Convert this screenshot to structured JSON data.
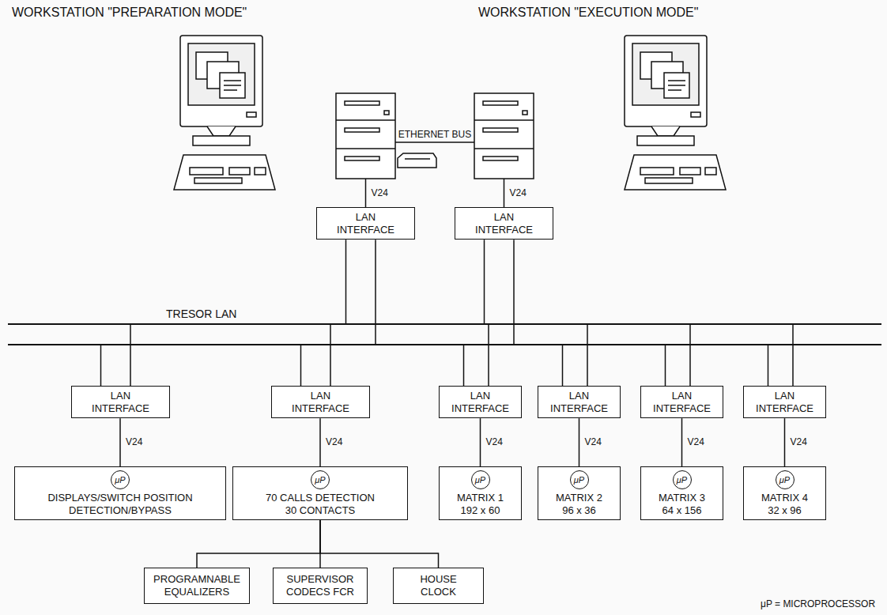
{
  "diagram": {
    "nodes": [
      {
        "text": [
          "WORKSTATION \"PREPARATION MODE\""
        ]
      },
      {
        "text": [
          "WORKSTATION \"EXECUTION MODE\""
        ]
      },
      {
        "text": [
          "LAN INTERFACE"
        ]
      },
      {
        "text": [
          "LAN INTERFACE"
        ]
      },
      {
        "text": [
          "TRESOR LAN"
        ]
      },
      {
        "text": [
          "LAN INTERFACE"
        ]
      },
      {
        "text": [
          "LAN INTERFACE"
        ]
      },
      {
        "text": [
          "LAN INTERFACE"
        ]
      },
      {
        "text": [
          "LAN INTERFACE"
        ]
      },
      {
        "text": [
          "LAN INTERFACE"
        ]
      },
      {
        "text": [
          "LAN INTERFACE"
        ]
      },
      {
        "text": [
          "DISPLAYS/SWITCH POSITION DETECTION/BYPASS"
        ]
      },
      {
        "text": [
          "μP"
        ],
        "in": 11
      },
      {
        "text": [
          "70 CALLS DETECTION",
          "30 CONTACTS"
        ]
      },
      {
        "text": [
          "μP"
        ],
        "in": 13
      },
      {
        "text": [
          "MATRIX 1",
          "192 x 60"
        ]
      },
      {
        "text": [
          "μP"
        ],
        "in": 15
      },
      {
        "text": [
          "MATRIX 2",
          "96 x 36"
        ]
      },
      {
        "text": [
          "μP"
        ],
        "in": 17
      },
      {
        "text": [
          "MATRIX 3",
          "64 x 156"
        ]
      },
      {
        "text": [
          "μP"
        ],
        "in": 19
      },
      {
        "text": [
          "MATRIX 4",
          "32 x 96"
        ]
      },
      {
        "text": [
          "μP"
        ],
        "in": 21
      },
      {
        "text": [
          "PROGRAMNABLE EQUALIZERS"
        ]
      },
      {
        "text": [
          "SUPERVISOR CODECS FCR"
        ]
      },
      {
        "text": [
          "HOUSE CLOCK"
        ]
      }
    ],
    "edges": [
      {
        "from": 0,
        "to": 1,
        "label": "ETHERNET BUS",
        "arrow": "none"
      },
      {
        "from": 0,
        "to": 2,
        "label": "V24",
        "arrow": "none"
      },
      {
        "from": 1,
        "to": 3,
        "label": "V24",
        "arrow": "none"
      },
      {
        "from": 2,
        "to": 4,
        "arrow": "none"
      },
      {
        "from": 3,
        "to": 4,
        "arrow": "none"
      },
      {
        "from": 4,
        "to": 5,
        "arrow": "none"
      },
      {
        "from": 4,
        "to": 6,
        "arrow": "none"
      },
      {
        "from": 4,
        "to": 7,
        "arrow": "none"
      },
      {
        "from": 4,
        "to": 8,
        "arrow": "none"
      },
      {
        "from": 4,
        "to": 9,
        "arrow": "none"
      },
      {
        "from": 4,
        "to": 10,
        "arrow": "none"
      },
      {
        "from": 5,
        "to": 11,
        "label": "V24",
        "arrow": "none"
      },
      {
        "from": 6,
        "to": 13,
        "label": "V24",
        "arrow": "none"
      },
      {
        "from": 7,
        "to": 15,
        "label": "V24",
        "arrow": "none"
      },
      {
        "from": 8,
        "to": 17,
        "label": "V24",
        "arrow": "none"
      },
      {
        "from": 9,
        "to": 19,
        "label": "V24",
        "arrow": "none"
      },
      {
        "from": 10,
        "to": 21,
        "label": "V24",
        "arrow": "none"
      },
      {
        "from": 13,
        "to": 23,
        "arrow": "none"
      },
      {
        "from": 13,
        "to": 24,
        "arrow": "none"
      },
      {
        "from": 13,
        "to": 25,
        "arrow": "none"
      }
    ],
    "labels": [
      "μP = MICROPROCESSOR"
    ]
  }
}
